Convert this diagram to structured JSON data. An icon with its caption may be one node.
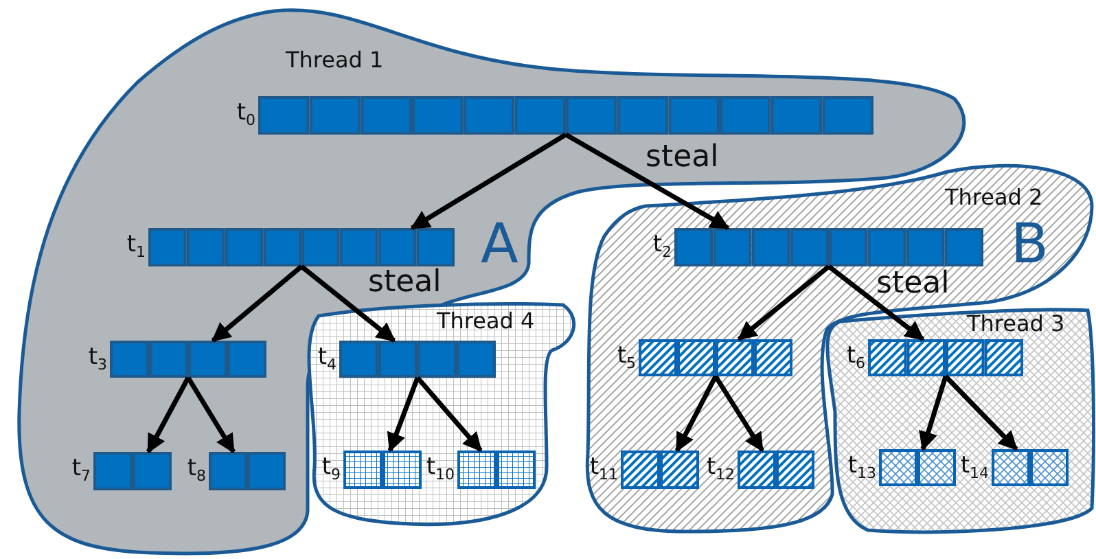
{
  "diagram": {
    "nodes": [
      {
        "text": [
          "Thread 1"
        ]
      },
      {
        "text": [],
        "shape": "bar",
        "in": 0,
        "beside": [
          "t$_{0}$"
        ]
      },
      {
        "text": [],
        "shape": "bar",
        "in": 0,
        "beside": [
          "t$_{1}$"
        ]
      },
      {
        "text": [],
        "shape": "bar",
        "in": 0,
        "beside": [
          "t$_{3}$"
        ]
      },
      {
        "text": [],
        "shape": "bar",
        "in": 0,
        "beside": [
          "t$_{7}$"
        ]
      },
      {
        "text": [],
        "shape": "bar",
        "in": 0,
        "beside": [
          "t$_{8}$"
        ]
      },
      {
        "text": [
          "Thread 4"
        ]
      },
      {
        "text": [],
        "shape": "bar",
        "in": 6,
        "beside": [
          "t$_{4}$"
        ]
      },
      {
        "text": [],
        "shape": "bar",
        "in": 6,
        "beside": [
          "t$_{9}$"
        ]
      },
      {
        "text": [],
        "shape": "bar",
        "in": 6,
        "beside": [
          "t$_{10}$"
        ]
      },
      {
        "text": [
          "Thread 2"
        ]
      },
      {
        "text": [],
        "shape": "bar",
        "in": 10,
        "beside": [
          "t$_{2}$"
        ]
      },
      {
        "text": [],
        "shape": "bar",
        "in": 10,
        "beside": [
          "t$_{5}$"
        ]
      },
      {
        "text": [],
        "shape": "bar",
        "in": 10,
        "beside": [
          "t$_{11}$"
        ]
      },
      {
        "text": [],
        "shape": "bar",
        "in": 10,
        "beside": [
          "t$_{12}$"
        ]
      },
      {
        "text": [
          "Thread 3"
        ]
      },
      {
        "text": [],
        "shape": "bar",
        "in": 15,
        "beside": [
          "t$_{6}$"
        ]
      },
      {
        "text": [],
        "shape": "bar",
        "in": 15,
        "beside": [
          "t$_{13}$"
        ]
      },
      {
        "text": [],
        "shape": "bar",
        "in": 15,
        "beside": [
          "t$_{14}$"
        ]
      }
    ],
    "edges": [
      {
        "from": 1,
        "to": 2,
        "arrow": "to"
      },
      {
        "from": 1,
        "to": 11,
        "arrow": "to",
        "label": "steal"
      },
      {
        "from": 2,
        "to": 3,
        "arrow": "to"
      },
      {
        "from": 2,
        "to": 7,
        "arrow": "to",
        "label": "steal"
      },
      {
        "from": 3,
        "to": 4,
        "arrow": "to"
      },
      {
        "from": 3,
        "to": 5,
        "arrow": "to"
      },
      {
        "from": 7,
        "to": 8,
        "arrow": "to"
      },
      {
        "from": 7,
        "to": 9,
        "arrow": "to"
      },
      {
        "from": 11,
        "to": 12,
        "arrow": "to"
      },
      {
        "from": 11,
        "to": 16,
        "arrow": "to",
        "label": "steal"
      },
      {
        "from": 12,
        "to": 13,
        "arrow": "to"
      },
      {
        "from": 12,
        "to": 14,
        "arrow": "to"
      },
      {
        "from": 16,
        "to": 17,
        "arrow": "to"
      },
      {
        "from": 16,
        "to": 18,
        "arrow": "to"
      }
    ],
    "labels": [
      "A",
      "B"
    ]
  }
}
